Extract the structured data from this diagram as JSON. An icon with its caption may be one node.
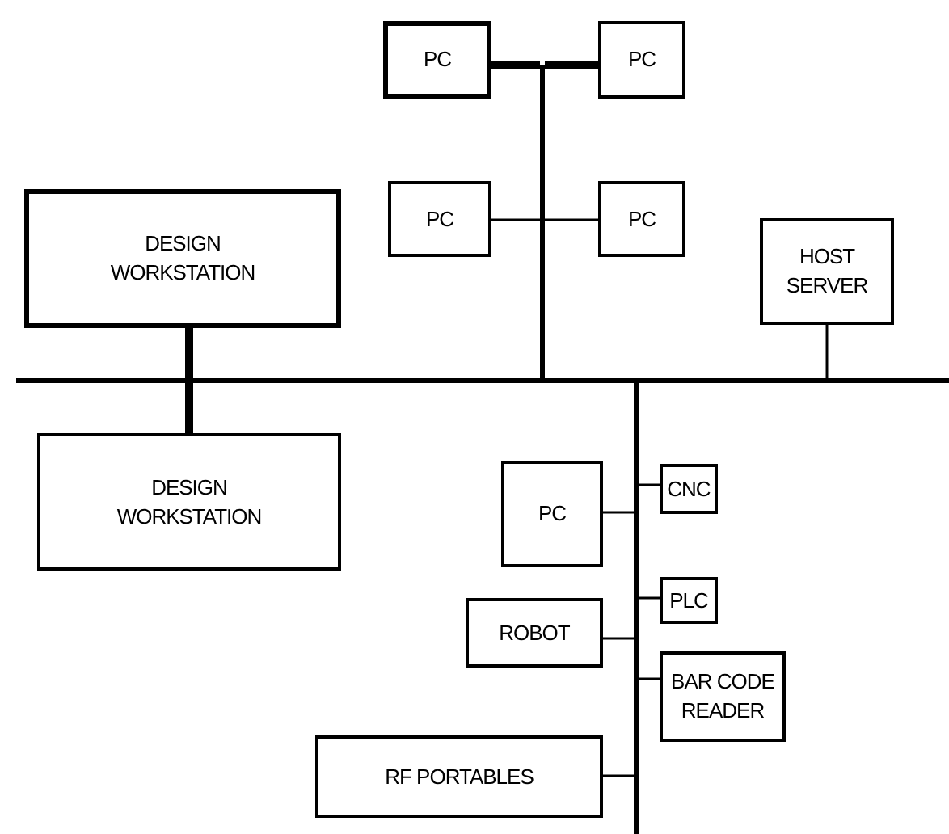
{
  "diagram": {
    "nodes": [
      {
        "text": [
          "PC"
        ]
      },
      {
        "text": [
          "PC"
        ]
      },
      {
        "text": [
          "PC"
        ]
      },
      {
        "text": [
          "PC"
        ]
      },
      {
        "text": [
          "DESIGN WORKSTATION"
        ]
      },
      {
        "text": [
          "HOST SERVER"
        ]
      },
      {
        "text": [
          "DESIGN WORKSTATION"
        ]
      },
      {
        "text": [
          "PC"
        ]
      },
      {
        "text": [
          "CNC"
        ]
      },
      {
        "text": [
          "PLC"
        ]
      },
      {
        "text": [
          "ROBOT"
        ]
      },
      {
        "text": [
          "BAR CODE READER"
        ]
      },
      {
        "text": [
          "RF PORTABLES"
        ]
      },
      {
        "text": [],
        "shape": "bar"
      },
      {
        "text": [],
        "shape": "bar"
      },
      {
        "text": [],
        "shape": "bar"
      }
    ],
    "edges": [
      {
        "from": 0,
        "to": 14,
        "arrow": "none",
        "style": "thick"
      },
      {
        "from": 1,
        "to": 14,
        "arrow": "none",
        "style": "thick"
      },
      {
        "from": 2,
        "to": 14,
        "arrow": "none"
      },
      {
        "from": 3,
        "to": 14,
        "arrow": "none"
      },
      {
        "from": 4,
        "to": 13,
        "arrow": "none",
        "style": "thick"
      },
      {
        "from": 6,
        "to": 13,
        "arrow": "none",
        "style": "thick"
      },
      {
        "from": 5,
        "to": 13,
        "arrow": "none"
      },
      {
        "from": 7,
        "to": 15,
        "arrow": "none"
      },
      {
        "from": 8,
        "to": 15,
        "arrow": "none"
      },
      {
        "from": 9,
        "to": 15,
        "arrow": "none"
      },
      {
        "from": 10,
        "to": 15,
        "arrow": "none"
      },
      {
        "from": 11,
        "to": 15,
        "arrow": "none"
      },
      {
        "from": 12,
        "to": 15,
        "arrow": "none"
      }
    ]
  }
}
